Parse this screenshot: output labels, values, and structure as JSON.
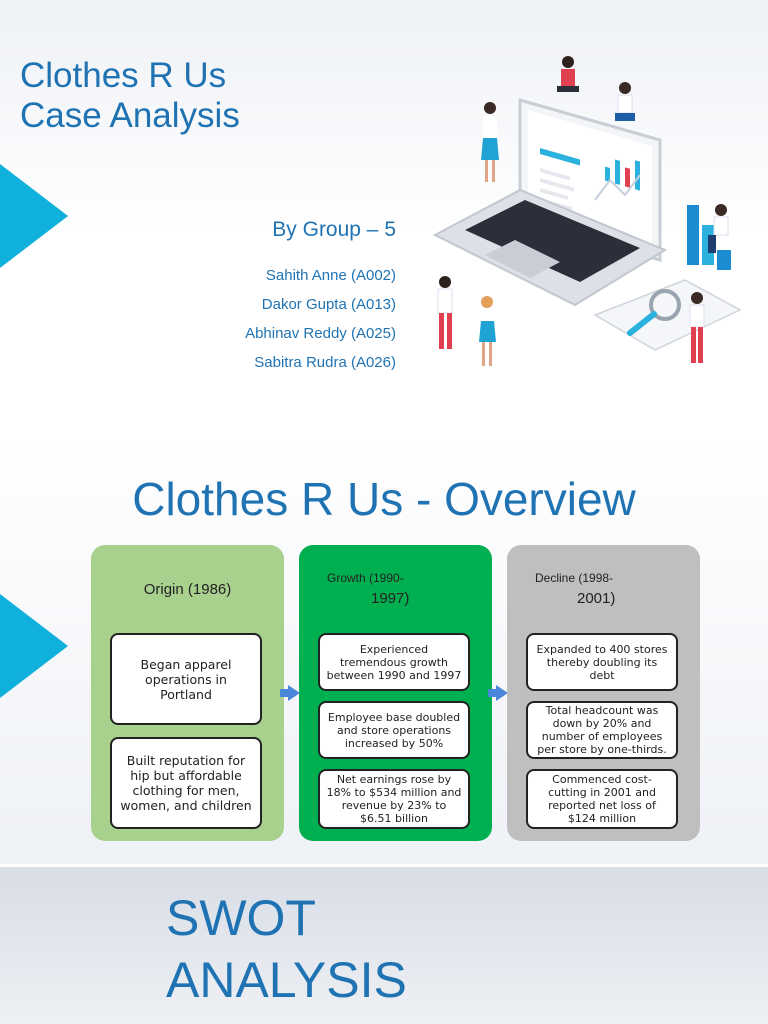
{
  "title_slide": {
    "title_line1": "Clothes R Us",
    "title_line2": "Case Analysis",
    "group": "By Group – 5",
    "members": [
      "Sahith Anne (A002)",
      "Dakor Gupta (A013)",
      "Abhinav Reddy (A025)",
      "Sabitra Rudra (A026)"
    ],
    "illustration": "laptop-with-people-illustration"
  },
  "overview_slide": {
    "title": "Clothes R Us - Overview",
    "columns": [
      {
        "heading_line1": "Origin (1986)",
        "heading_line2": "",
        "color": "#a9d18e",
        "items": [
          "Began apparel operations in Portland",
          "Built reputation for hip but affordable clothing for men, women, and children"
        ]
      },
      {
        "heading_line1": "Growth (1990-",
        "heading_line2": "1997)",
        "color": "#00b050",
        "items": [
          "Experienced tremendous growth between 1990 and 1997",
          "Employee base doubled and store operations increased by 50%",
          "Net earnings rose by 18% to $534 million and revenue by 23% to $6.51 billion"
        ]
      },
      {
        "heading_line1": "Decline (1998-",
        "heading_line2": "2001)",
        "color": "#bfbfbf",
        "items": [
          "Expanded to 400 stores thereby doubling its debt",
          "Total headcount was down by 20% and number of employees per store by one-thirds.",
          "Commenced cost-cutting in 2001 and reported net loss of $124 million"
        ]
      }
    ],
    "arrow_color": "#4a87d8"
  },
  "swot_slide": {
    "title_line1": "SWOT",
    "title_line2": "ANALYSIS"
  },
  "colors": {
    "accent": "#1f73b3",
    "triangle": "#0fb0dc"
  }
}
